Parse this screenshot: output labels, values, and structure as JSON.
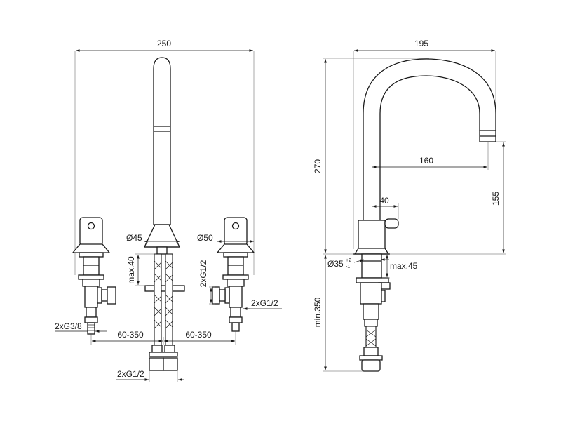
{
  "front_view": {
    "overall_width": "250",
    "spout_diameter": "Ø45",
    "handle_diameter": "Ø50",
    "max_height_label": "max.40",
    "outlet_thread_left": "2xG3/8",
    "spacing_left": "60-350",
    "spacing_right": "60-350",
    "inlet_thread_right_vertical": "2xG1/2",
    "inlet_thread_right": "2xG1/2",
    "inlet_thread_bottom": "2xG1/2"
  },
  "side_view": {
    "overall_width": "195",
    "overall_height": "270",
    "spout_reach": "160",
    "spout_outlet_height": "155",
    "handle_offset": "40",
    "base_diameter": "Ø35",
    "base_diameter_tol_upper": "+2",
    "base_diameter_tol_lower": "-1",
    "max_deck_thickness": "max.45",
    "min_hose_length": "min.350"
  },
  "colors": {
    "line": "#1a1a1a",
    "background": "#ffffff"
  }
}
